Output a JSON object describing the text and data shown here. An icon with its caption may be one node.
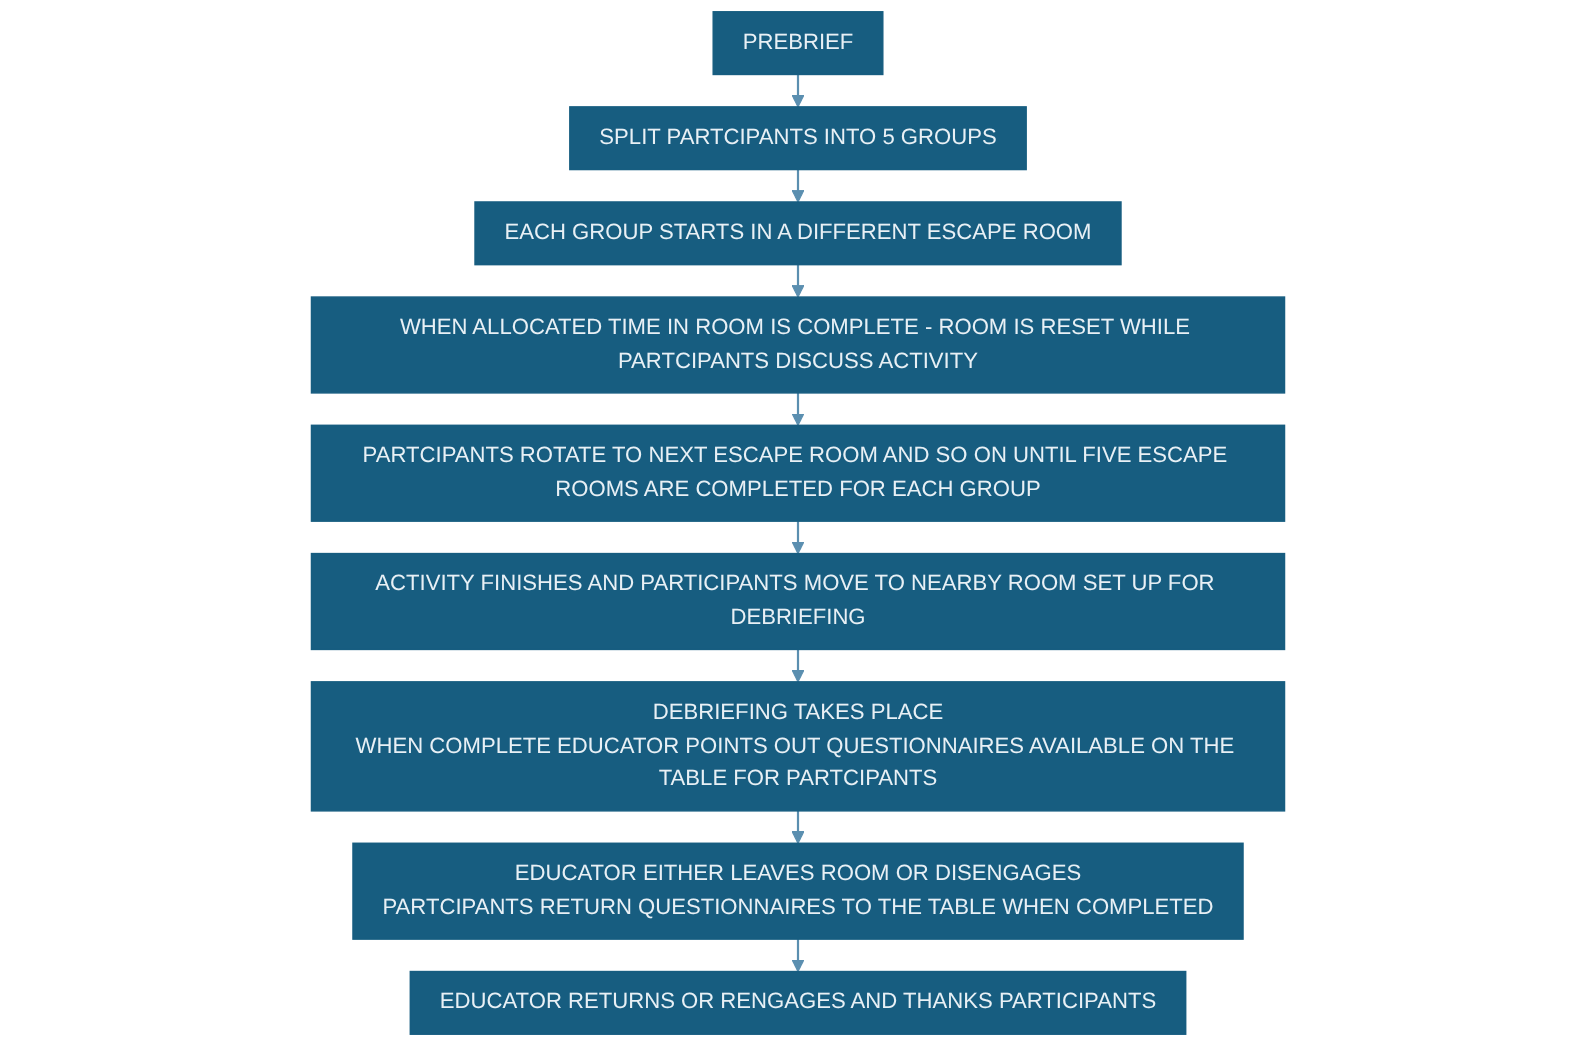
{
  "diagram": {
    "nodes": [
      {
        "text": [
          "PREBRIEF"
        ]
      },
      {
        "text": [
          "SPLIT PARTCIPANTS INTO 5 GROUPS"
        ]
      },
      {
        "text": [
          "EACH GROUP STARTS IN A DIFFERENT ESCAPE ROOM"
        ]
      },
      {
        "text": [
          "WHEN ALLOCATED TIME IN ROOM IS COMPLETE - ROOM IS RESET WHILE PARTCIPANTS DISCUSS ACTIVITY"
        ]
      },
      {
        "text": [
          "PARTCIPANTS ROTATE TO NEXT ESCAPE ROOM AND SO ON UNTIL FIVE ESCAPE ROOMS ARE COMPLETED FOR EACH GROUP"
        ]
      },
      {
        "text": [
          "ACTIVITY FINISHES AND PARTICIPANTS MOVE TO NEARBY ROOM SET UP FOR DEBRIEFING"
        ]
      },
      {
        "text": [
          "DEBRIEFING TAKES PLACE",
          "WHEN COMPLETE EDUCATOR POINTS OUT QUESTIONNAIRES AVAILABLE ON THE TABLE FOR PARTCIPANTS"
        ]
      },
      {
        "text": [
          "EDUCATOR EITHER LEAVES ROOM OR DISENGAGES",
          "PARTCIPANTS RETURN QUESTIONNAIRES TO THE TABLE WHEN COMPLETED"
        ]
      },
      {
        "text": [
          "EDUCATOR RETURNS OR RENGAGES AND THANKS PARTICIPANTS"
        ]
      }
    ],
    "edges": [
      {
        "from": 0,
        "to": 1,
        "arrow": "to"
      },
      {
        "from": 1,
        "to": 2,
        "arrow": "to"
      },
      {
        "from": 2,
        "to": 3,
        "arrow": "to"
      },
      {
        "from": 3,
        "to": 4,
        "arrow": "to"
      },
      {
        "from": 4,
        "to": 5,
        "arrow": "to"
      },
      {
        "from": 5,
        "to": 6,
        "arrow": "to"
      },
      {
        "from": 6,
        "to": 7,
        "arrow": "to"
      },
      {
        "from": 7,
        "to": 8,
        "arrow": "to"
      }
    ]
  }
}
